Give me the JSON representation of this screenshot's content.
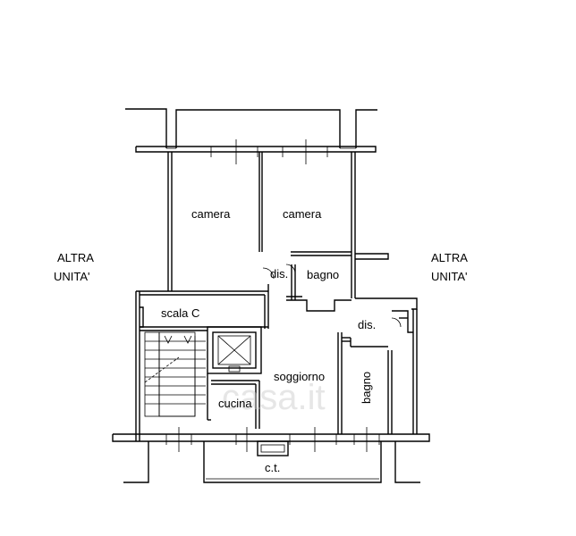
{
  "rooms": {
    "camera_1": "camera",
    "camera_2": "camera",
    "dis_1": "dis.",
    "bagno_1": "bagno",
    "scala": "scala C",
    "dis_2": "dis.",
    "soggiorno": "soggiorno",
    "cucina": "cucina",
    "bagno_2": "bagno",
    "ct": "c.t."
  },
  "neighbors": {
    "left_line1": "ALTRA",
    "left_line2": "UNITA'",
    "right_line1": "ALTRA",
    "right_line2": "UNITA'"
  },
  "watermark": "casa.it"
}
